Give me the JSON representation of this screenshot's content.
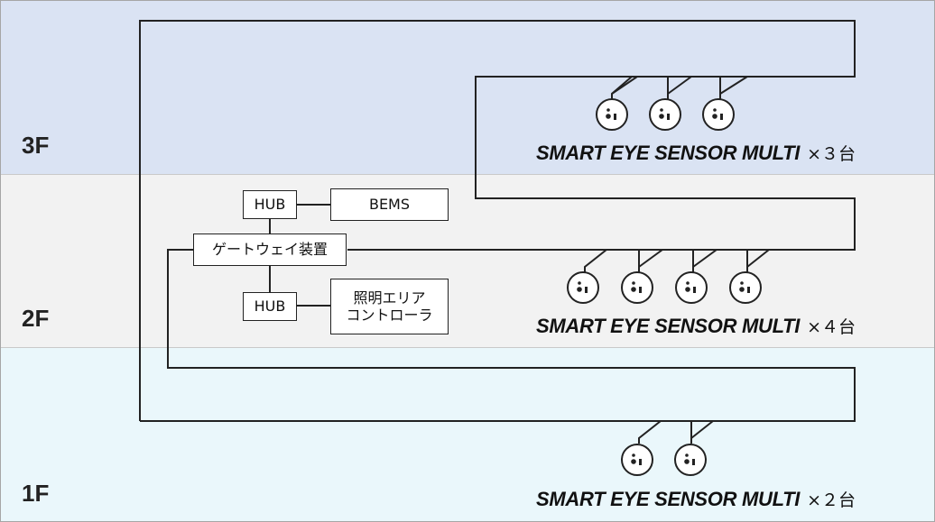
{
  "floors": {
    "f3": "3F",
    "f2": "2F",
    "f1": "1F"
  },
  "devices": {
    "hub_top": "HUB",
    "bems": "BEMS",
    "gateway": "ゲートウェイ装置",
    "hub_bottom": "HUB",
    "lighting_controller_line1": "照明エリア",
    "lighting_controller_line2": "コントローラ"
  },
  "sensor_groups": {
    "f3": {
      "name": "SMART EYE SENSOR MULTI",
      "count": "×３台",
      "sensors": 3
    },
    "f2": {
      "name": "SMART EYE SENSOR MULTI",
      "count": "×４台",
      "sensors": 4
    },
    "f1": {
      "name": "SMART EYE SENSOR MULTI",
      "count": "×２台",
      "sensors": 2
    }
  },
  "colors": {
    "floor_3f": "#dae3f3",
    "floor_2f": "#f2f2f2",
    "floor_1f": "#eaf7fb",
    "wire": "#222222"
  }
}
